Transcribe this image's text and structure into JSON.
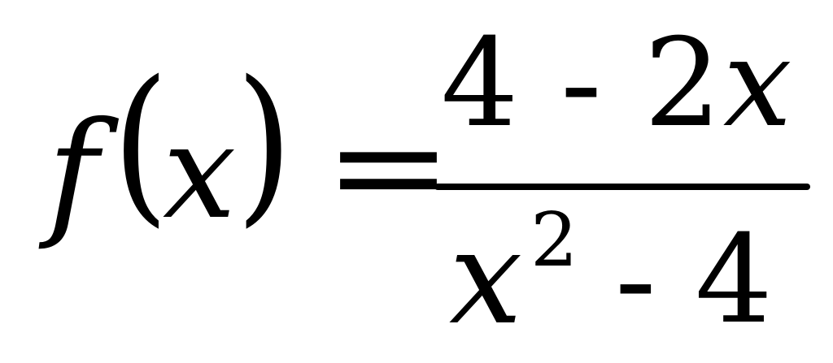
{
  "equation": {
    "function_name": "f",
    "open_paren": "(",
    "variable": "x",
    "close_paren": ")",
    "equals": "=",
    "numerator": {
      "constant": "4 - 2",
      "variable": "x"
    },
    "denominator": {
      "variable": "x",
      "exponent": "2",
      "rest": "- 4"
    }
  }
}
